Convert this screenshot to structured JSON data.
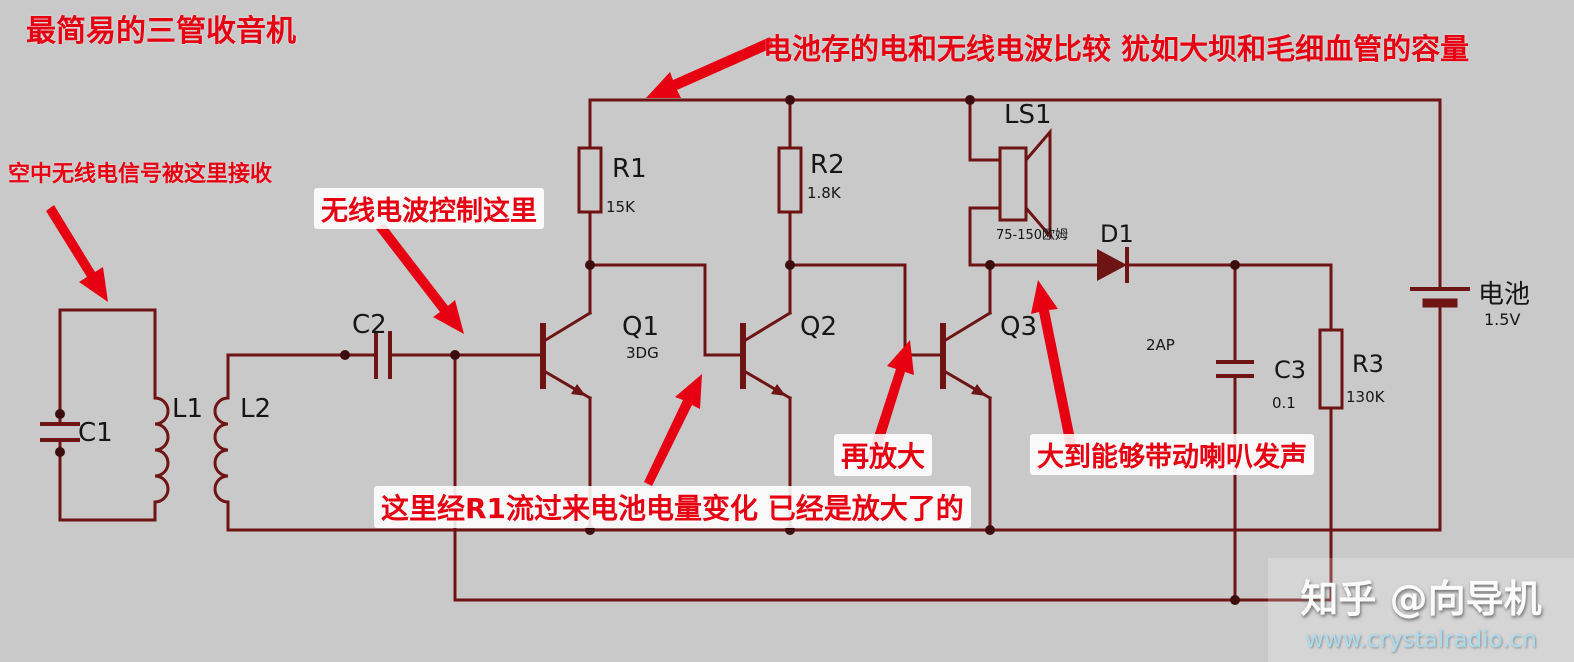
{
  "title": "最简易的三管收音机",
  "annotations": {
    "battery_compare": "电池存的电和无线电波比较 犹如大坝和毛细血管的容量",
    "antenna_receive": "空中无线电信号被这里接收",
    "radio_control": "无线电波控制这里",
    "r1_flow": "这里经R1流过来电池电量变化 已经是放大了的",
    "amplify_again": "再放大",
    "drive_speaker": "大到能够带动喇叭发声"
  },
  "components": {
    "c1": {
      "ref": "C1"
    },
    "l1": {
      "ref": "L1"
    },
    "l2": {
      "ref": "L2"
    },
    "c2": {
      "ref": "C2"
    },
    "q1": {
      "ref": "Q1",
      "value": "3DG"
    },
    "r1": {
      "ref": "R1",
      "value": "15K"
    },
    "r2": {
      "ref": "R2",
      "value": "1.8K"
    },
    "q2": {
      "ref": "Q2"
    },
    "q3": {
      "ref": "Q3"
    },
    "ls1": {
      "ref": "LS1",
      "value": "75-150欧姆"
    },
    "d1": {
      "ref": "D1",
      "value": "2AP"
    },
    "c3": {
      "ref": "C3",
      "value": "0.1"
    },
    "r3": {
      "ref": "R3",
      "value": "130K"
    },
    "battery": {
      "ref": "电池",
      "value": "1.5V"
    }
  },
  "colors": {
    "background": "#c9c9c9",
    "wire": "#6e1414",
    "annotation": "#e60012"
  },
  "watermark": {
    "line1": "知乎 @向导机",
    "line2": "www.crystalradio.cn"
  }
}
